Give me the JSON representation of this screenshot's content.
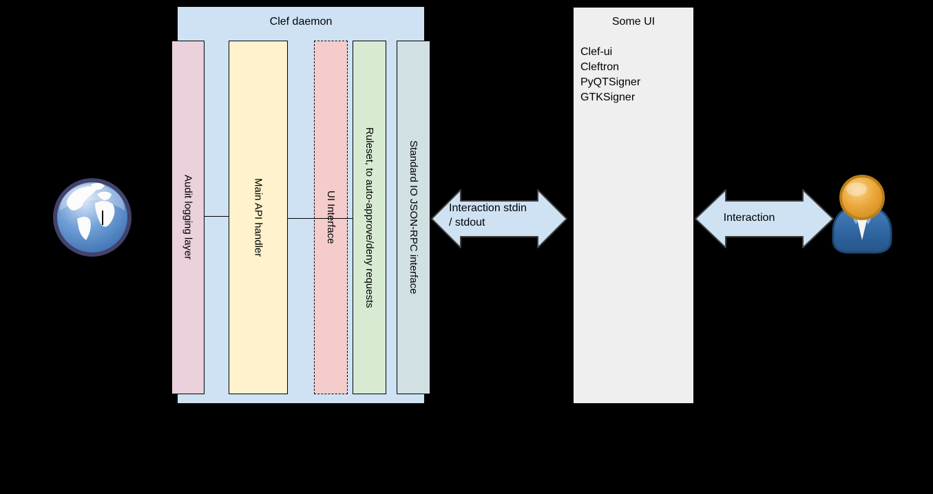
{
  "canvas": {
    "background": "#000000"
  },
  "clef_daemon": {
    "title": "Clef daemon",
    "fill": "#cfe2f3",
    "border_color": "#000000",
    "layers": [
      {
        "label": "Audit logging layer",
        "fill": "#ead1dc",
        "border_style": "solid"
      },
      {
        "label": "Main API handler",
        "fill": "#fff2cc",
        "border_style": "solid"
      },
      {
        "label": "UI Interface",
        "fill": "#f4cccc",
        "border_style": "dashed"
      },
      {
        "label": "Ruleset, to auto-approve/deny requests",
        "fill": "#d9ead3",
        "border_style": "solid"
      },
      {
        "label": "Standard IO JSON-RPC interface",
        "fill": "#d0e0e3",
        "border_style": "solid"
      }
    ]
  },
  "stdio_arrow": {
    "label_line1": "Interaction stdin",
    "label_line2": "/ stdout",
    "fill": "#cfe2f3",
    "stroke": "#404040"
  },
  "some_ui": {
    "title": "Some UI",
    "fill": "#efefef",
    "items": [
      "Clef-ui",
      "Cleftron",
      "PyQTSigner",
      "GTKSigner"
    ]
  },
  "user_arrow": {
    "label": "Interaction",
    "fill": "#cfe2f3",
    "stroke": "#404040"
  },
  "icons": {
    "left": "globe",
    "right": "user"
  }
}
